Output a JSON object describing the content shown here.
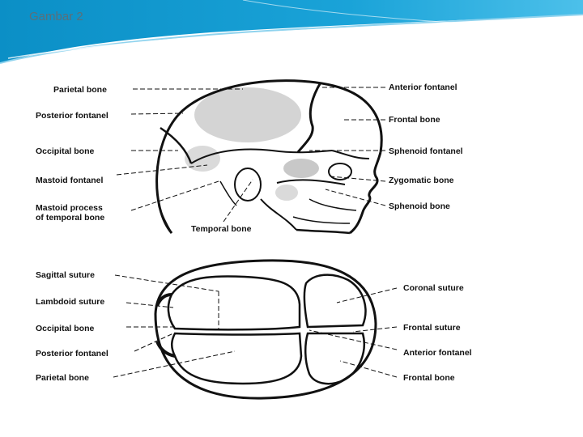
{
  "slide": {
    "title": "Gambar 2"
  },
  "colors": {
    "header_blue": "#1aa3d8",
    "header_light": "#8fd3ee",
    "ink": "#111111"
  },
  "lateral_view": {
    "left_labels": [
      "Parietal bone",
      "Posterior fontanel",
      "Occipital bone",
      "Mastoid fontanel",
      "Mastoid process",
      "of temporal bone"
    ],
    "right_labels": [
      "Anterior fontanel",
      "Frontal bone",
      "Sphenoid fontanel",
      "Zygomatic bone",
      "Sphenoid bone"
    ],
    "bottom_label": "Temporal bone"
  },
  "top_view": {
    "left_labels": [
      "Sagittal suture",
      "Lambdoid suture",
      "Occipital bone",
      "Posterior fontanel",
      "Parietal bone"
    ],
    "right_labels": [
      "Coronal suture",
      "Frontal suture",
      "Anterior fontanel",
      "Frontal bone"
    ]
  }
}
